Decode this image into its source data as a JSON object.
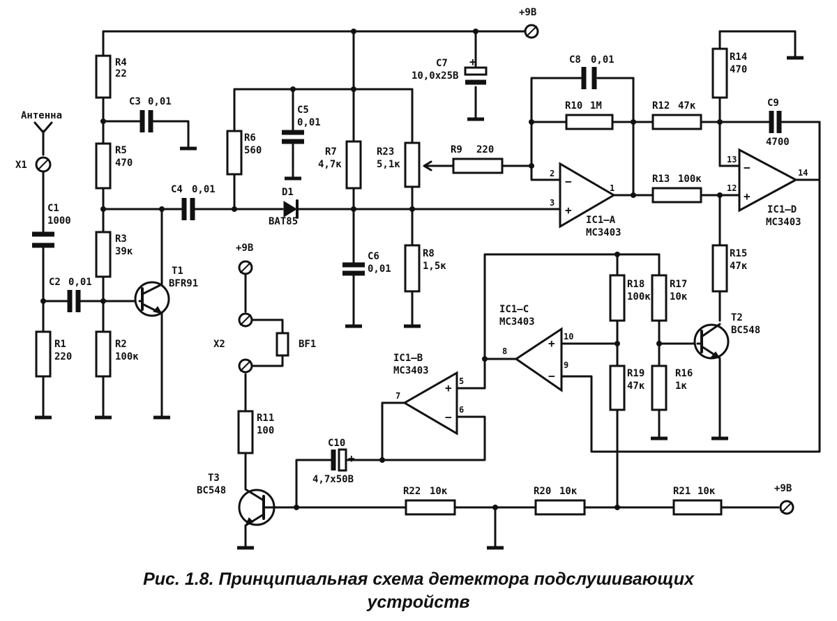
{
  "supply": {
    "top": "+9В",
    "left": "+9В",
    "right": "+9В"
  },
  "antenna": {
    "label": "Антенна",
    "connector": "X1"
  },
  "resistors": [
    {
      "ref": "R4",
      "value": "22"
    },
    {
      "ref": "R5",
      "value": "470"
    },
    {
      "ref": "R3",
      "value": "39к"
    },
    {
      "ref": "R2",
      "value": "100к"
    },
    {
      "ref": "R1",
      "value": "220"
    },
    {
      "ref": "R6",
      "value": "560"
    },
    {
      "ref": "R7",
      "value": "4,7к"
    },
    {
      "ref": "R23",
      "value": "5,1к"
    },
    {
      "ref": "R8",
      "value": "1,5к"
    },
    {
      "ref": "R9",
      "value": "220"
    },
    {
      "ref": "R10",
      "value": "1M"
    },
    {
      "ref": "R12",
      "value": "47к"
    },
    {
      "ref": "R13",
      "value": "100к"
    },
    {
      "ref": "R14",
      "value": "470"
    },
    {
      "ref": "R15",
      "value": "47к"
    },
    {
      "ref": "R18",
      "value": "100к"
    },
    {
      "ref": "R17",
      "value": "10к"
    },
    {
      "ref": "R19",
      "value": "47к"
    },
    {
      "ref": "R16",
      "value": "1к"
    },
    {
      "ref": "R11",
      "value": "100"
    },
    {
      "ref": "R22",
      "value": "10к"
    },
    {
      "ref": "R20",
      "value": "10к"
    },
    {
      "ref": "R21",
      "value": "10к"
    }
  ],
  "capacitors": [
    {
      "ref": "C1",
      "value": "1000"
    },
    {
      "ref": "C2",
      "value": "0,01"
    },
    {
      "ref": "C3",
      "value": "0,01"
    },
    {
      "ref": "C4",
      "value": "0,01"
    },
    {
      "ref": "C5",
      "value": "0,01"
    },
    {
      "ref": "C6",
      "value": "0,01"
    },
    {
      "ref": "C7",
      "value": "10,0x25В"
    },
    {
      "ref": "C8",
      "value": "0,01"
    },
    {
      "ref": "C9",
      "value": "4700"
    },
    {
      "ref": "C10",
      "value": "4,7x50В"
    }
  ],
  "semiconductors": {
    "D1": {
      "ref": "D1",
      "value": "BAT85"
    },
    "T1": {
      "ref": "T1",
      "value": "BFR91"
    },
    "T2": {
      "ref": "T2",
      "value": "BC548"
    },
    "T3": {
      "ref": "T3",
      "value": "BC548"
    }
  },
  "opamps": {
    "A": {
      "ref": "IC1–A",
      "part": "MC3403",
      "pins": {
        "inv": "2",
        "non": "3",
        "out": "1"
      }
    },
    "B": {
      "ref": "IC1–B",
      "part": "MC3403",
      "pins": {
        "non": "5",
        "inv": "6",
        "out": "7"
      }
    },
    "C": {
      "ref": "IC1–C",
      "part": "MC3403",
      "pins": {
        "non": "10",
        "inv": "9",
        "out": "8"
      }
    },
    "D": {
      "ref": "IC1–D",
      "part": "MC3403",
      "pins": {
        "inv": "13",
        "non": "12",
        "out": "14"
      }
    }
  },
  "buzzer": {
    "connector": "X2",
    "ref": "BF1"
  },
  "caption": {
    "line1": "Рис. 1.8. Принципиальная схема детектора подслушивающих",
    "line2": "устройств"
  }
}
